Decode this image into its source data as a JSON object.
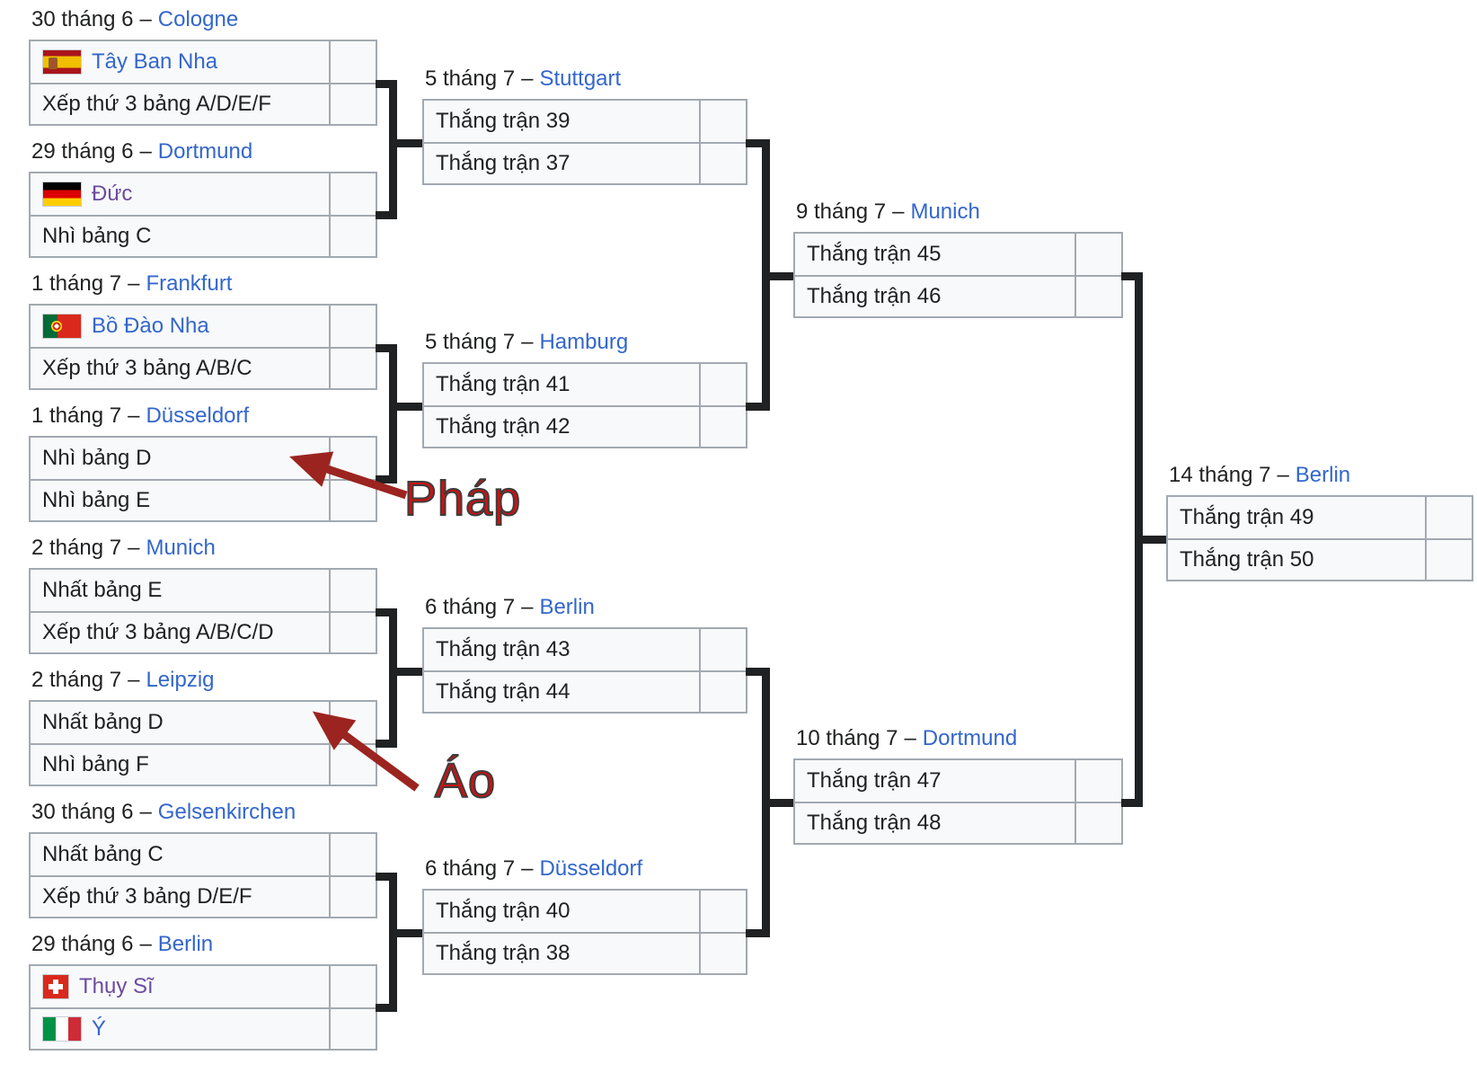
{
  "ui": {
    "dash": "–"
  },
  "colors": {
    "link_blue": "#3366cc",
    "visited_purple": "#6b4ba1",
    "text": "#202122",
    "box_bg": "#f8f9fa",
    "box_border": "#a2a9b1",
    "connector_black": "#202122",
    "annotation_text_red": "#cc1111",
    "annotation_arrow_red": "#9c2420"
  },
  "annotations": {
    "france": "Pháp",
    "austria": "Áo"
  },
  "icons": {
    "flags": [
      "spain-flag",
      "germany-flag",
      "portugal-flag",
      "switzerland-flag",
      "italy-flag"
    ]
  },
  "r16": [
    {
      "date": "30 tháng 6",
      "city": "Cologne",
      "home": {
        "team": "Tây Ban Nha",
        "flag": "spain-flag",
        "link_state": "link"
      },
      "away": {
        "team": "Xếp thứ 3 bảng A/D/E/F",
        "link_state": "none"
      },
      "home_score": "",
      "away_score": ""
    },
    {
      "date": "29 tháng 6",
      "city": "Dortmund",
      "home": {
        "team": "Đức",
        "flag": "germany-flag",
        "link_state": "visited"
      },
      "away": {
        "team": "Nhì bảng C",
        "link_state": "none"
      },
      "home_score": "",
      "away_score": ""
    },
    {
      "date": "1 tháng 7",
      "city": "Frankfurt",
      "home": {
        "team": "Bồ Đào Nha",
        "flag": "portugal-flag",
        "link_state": "link"
      },
      "away": {
        "team": "Xếp thứ 3 bảng A/B/C",
        "link_state": "none"
      },
      "home_score": "",
      "away_score": ""
    },
    {
      "date": "1 tháng 7",
      "city": "Düsseldorf",
      "home": {
        "team": "Nhì bảng D",
        "link_state": "none"
      },
      "away": {
        "team": "Nhì bảng E",
        "link_state": "none"
      },
      "home_score": "",
      "away_score": ""
    },
    {
      "date": "2 tháng 7",
      "city": "Munich",
      "home": {
        "team": "Nhất bảng E",
        "link_state": "none"
      },
      "away": {
        "team": "Xếp thứ 3 bảng A/B/C/D",
        "link_state": "none"
      },
      "home_score": "",
      "away_score": ""
    },
    {
      "date": "2 tháng 7",
      "city": "Leipzig",
      "home": {
        "team": "Nhất bảng D",
        "link_state": "none"
      },
      "away": {
        "team": "Nhì bảng F",
        "link_state": "none"
      },
      "home_score": "",
      "away_score": ""
    },
    {
      "date": "30 tháng 6",
      "city": "Gelsenkirchen",
      "home": {
        "team": "Nhất bảng C",
        "link_state": "none"
      },
      "away": {
        "team": "Xếp thứ 3 bảng D/E/F",
        "link_state": "none"
      },
      "home_score": "",
      "away_score": ""
    },
    {
      "date": "29 tháng 6",
      "city": "Berlin",
      "home": {
        "team": "Thụy Sĩ",
        "flag": "switzerland-flag",
        "link_state": "visited"
      },
      "away": {
        "team": "Ý",
        "flag": "italy-flag",
        "link_state": "link"
      },
      "home_score": "",
      "away_score": ""
    }
  ],
  "qf": [
    {
      "date": "5 tháng 7",
      "city": "Stuttgart",
      "home": {
        "team": "Thắng trận 39"
      },
      "away": {
        "team": "Thắng trận 37"
      },
      "home_score": "",
      "away_score": ""
    },
    {
      "date": "5 tháng 7",
      "city": "Hamburg",
      "home": {
        "team": "Thắng trận 41"
      },
      "away": {
        "team": "Thắng trận 42"
      },
      "home_score": "",
      "away_score": ""
    },
    {
      "date": "6 tháng 7",
      "city": "Berlin",
      "home": {
        "team": "Thắng trận 43"
      },
      "away": {
        "team": "Thắng trận 44"
      },
      "home_score": "",
      "away_score": ""
    },
    {
      "date": "6 tháng 7",
      "city": "Düsseldorf",
      "home": {
        "team": "Thắng trận 40"
      },
      "away": {
        "team": "Thắng trận 38"
      },
      "home_score": "",
      "away_score": ""
    }
  ],
  "sf": [
    {
      "date": "9 tháng 7",
      "city": "Munich",
      "home": {
        "team": "Thắng trận 45"
      },
      "away": {
        "team": "Thắng trận 46"
      },
      "home_score": "",
      "away_score": ""
    },
    {
      "date": "10 tháng 7",
      "city": "Dortmund",
      "home": {
        "team": "Thắng trận 47"
      },
      "away": {
        "team": "Thắng trận 48"
      },
      "home_score": "",
      "away_score": ""
    }
  ],
  "final": [
    {
      "date": "14 tháng 7",
      "city": "Berlin",
      "home": {
        "team": "Thắng trận 49"
      },
      "away": {
        "team": "Thắng trận 50"
      },
      "home_score": "",
      "away_score": ""
    }
  ]
}
